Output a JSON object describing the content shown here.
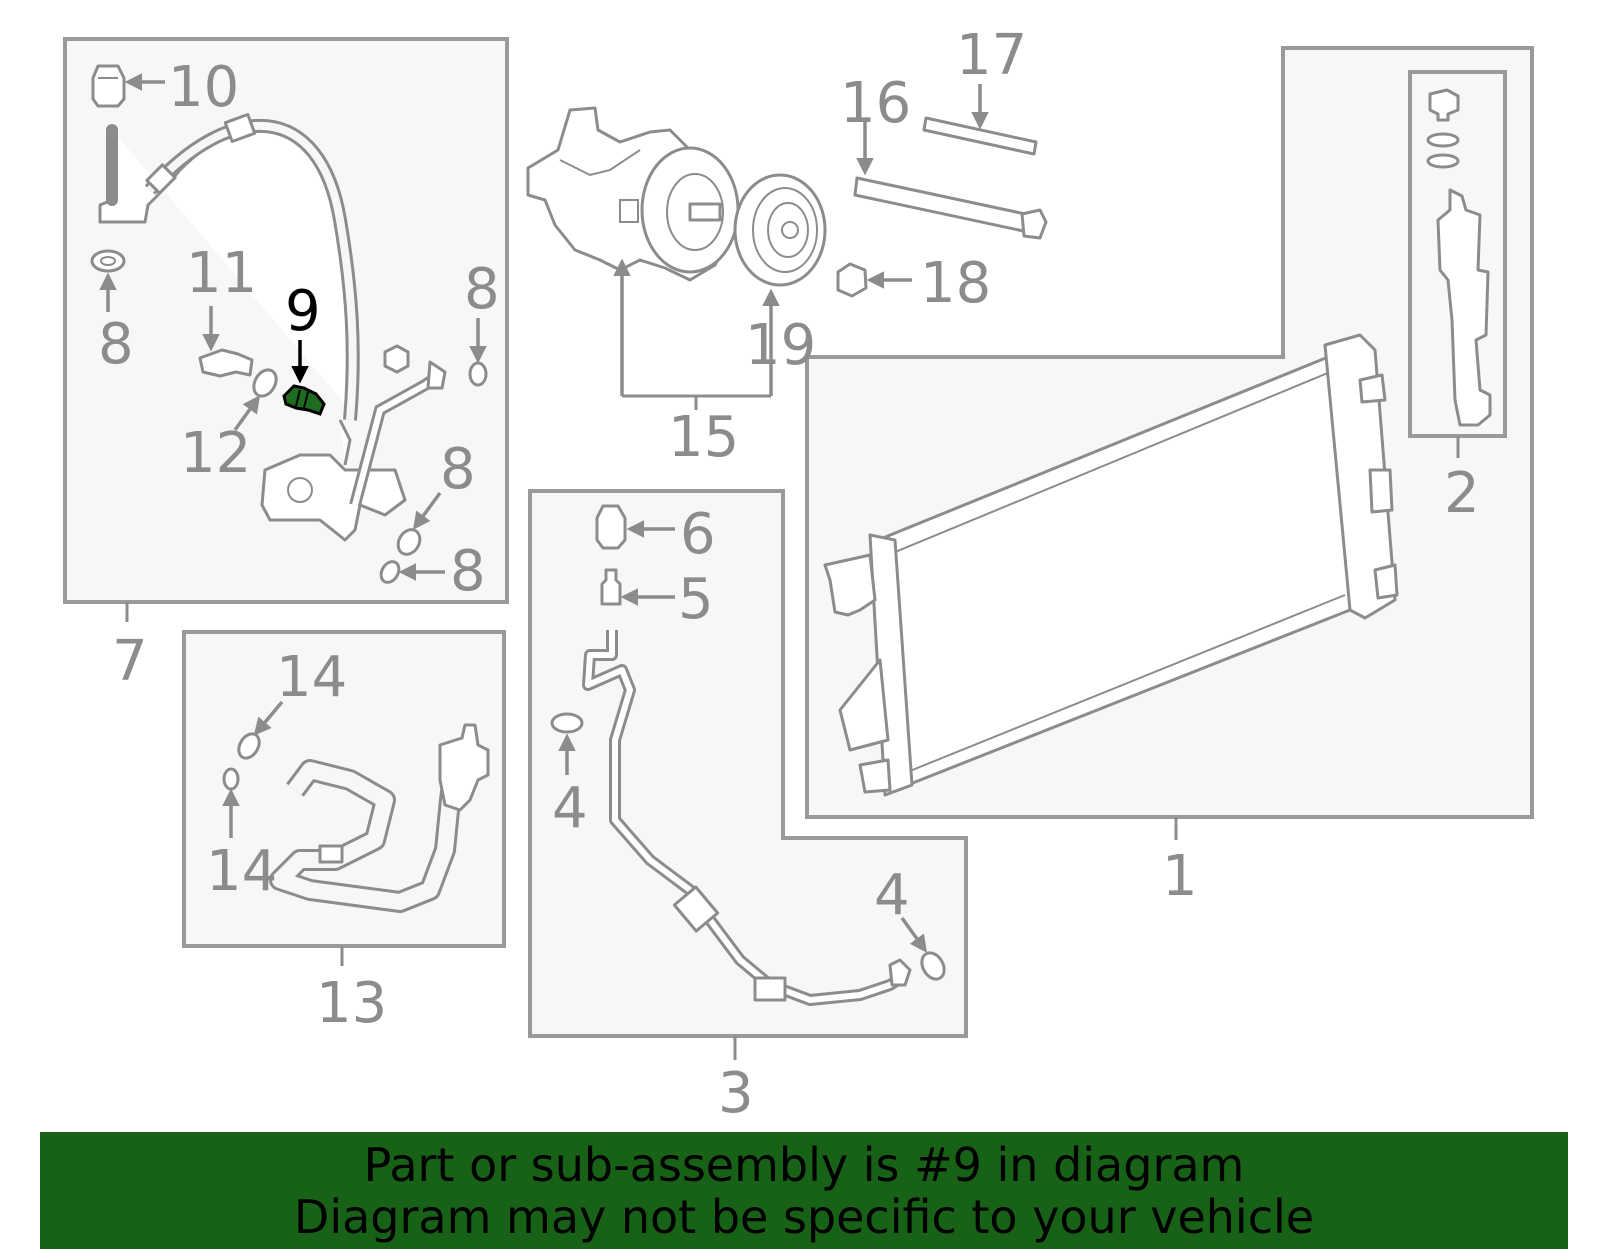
{
  "callouts": {
    "c1": "1",
    "c2": "2",
    "c3": "3",
    "c4a": "4",
    "c4b": "4",
    "c5": "5",
    "c6": "6",
    "c7": "7",
    "c8a": "8",
    "c8b": "8",
    "c8c": "8",
    "c8d": "8",
    "c9": "9",
    "c10": "10",
    "c11": "11",
    "c12": "12",
    "c13": "13",
    "c14a": "14",
    "c14b": "14",
    "c15": "15",
    "c16": "16",
    "c17": "17",
    "c18": "18",
    "c19": "19"
  },
  "highlight": {
    "part_number": "9",
    "color": "#176217"
  },
  "banner": {
    "line1": "Part or sub-assembly is #9 in diagram",
    "line2": "Diagram may not be specific to your vehicle",
    "background": "#176217"
  }
}
